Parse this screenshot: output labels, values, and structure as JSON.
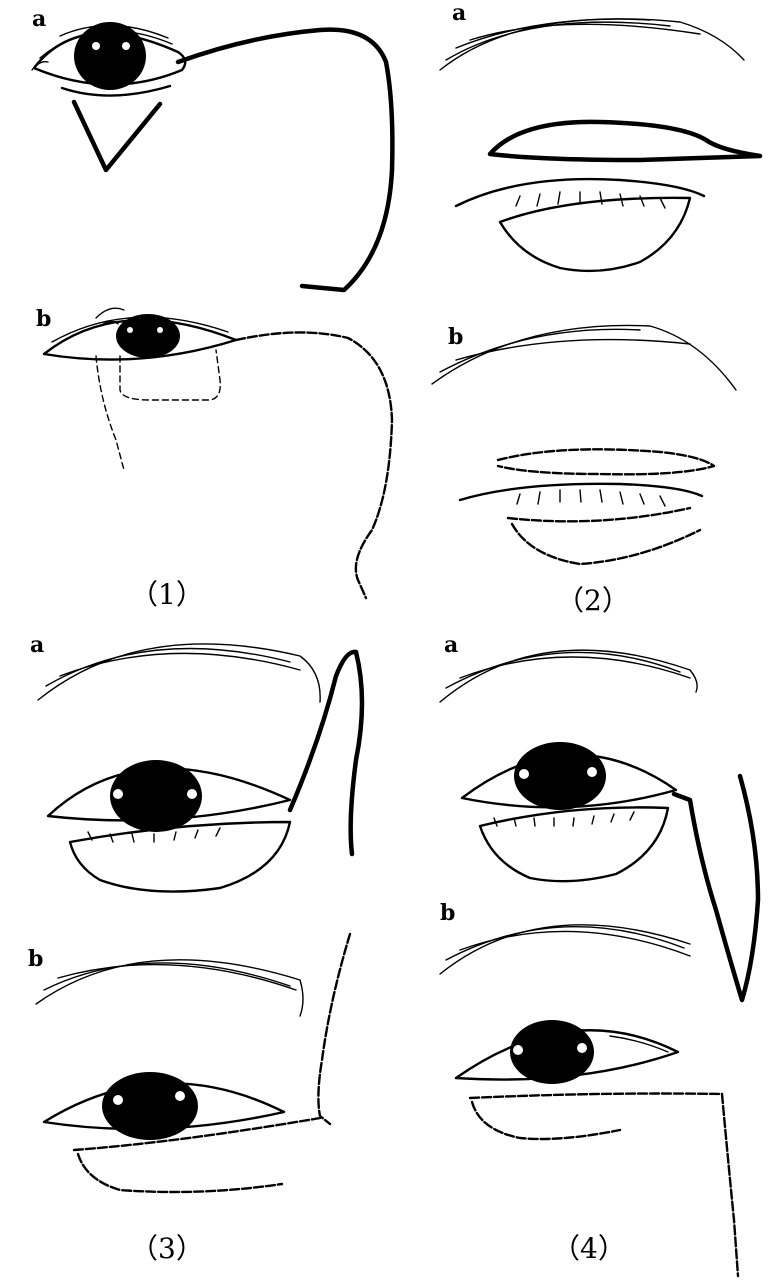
{
  "panels": [
    {
      "id": "1",
      "caption": "（1）",
      "sub_a": "a",
      "sub_b": "b"
    },
    {
      "id": "2",
      "caption": "（2）",
      "sub_a": "a",
      "sub_b": "b"
    },
    {
      "id": "3",
      "caption": "（3）",
      "sub_a": "a",
      "sub_b": "b"
    },
    {
      "id": "4",
      "caption": "（4）",
      "sub_a": "a",
      "sub_b": "b"
    }
  ]
}
